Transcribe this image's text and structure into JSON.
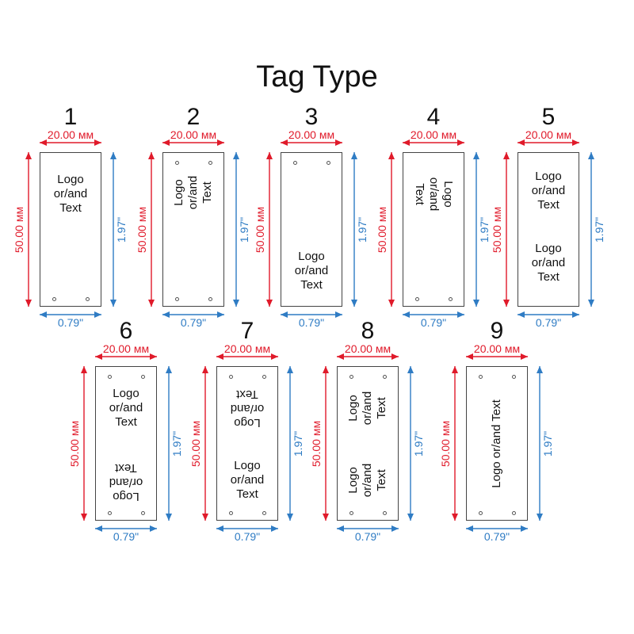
{
  "title": "Tag Type",
  "colors": {
    "metric": "#e01a2a",
    "imperial": "#2f7cc4",
    "outline": "#444444"
  },
  "dimensions": {
    "width_metric": "20.00 мм",
    "height_metric": "50.00 мм",
    "width_imperial": "0.79\"",
    "height_imperial": "1.97\""
  },
  "tags": [
    {
      "number": "1",
      "labels": [
        {
          "text": "Logo\nor/and\nText",
          "rotation": 0
        }
      ],
      "holes": "bottom"
    },
    {
      "number": "2",
      "labels": [
        {
          "text": "Logo\nor/and\nText",
          "rotation": -90
        }
      ],
      "holes": "both"
    },
    {
      "number": "3",
      "labels": [
        {
          "text": "Logo\nor/and\nText",
          "rotation": 0
        }
      ],
      "holes": "top"
    },
    {
      "number": "4",
      "labels": [
        {
          "text": "Logo\nor/and\nText",
          "rotation": 90
        }
      ],
      "holes": "bottom"
    },
    {
      "number": "5",
      "labels": [
        {
          "text": "Logo\nor/and\nText",
          "rotation": 0
        },
        {
          "text": "Logo\nor/and\nText",
          "rotation": 0
        }
      ],
      "holes": "none"
    },
    {
      "number": "6",
      "labels": [
        {
          "text": "Logo\nor/and\nText",
          "rotation": 0
        },
        {
          "text": "Logo\nor/and\nText",
          "rotation": 180
        }
      ],
      "holes": "both"
    },
    {
      "number": "7",
      "labels": [
        {
          "text": "Logo\nor/and\nText",
          "rotation": 180
        },
        {
          "text": "Logo\nor/and\nText",
          "rotation": 0
        }
      ],
      "holes": "both"
    },
    {
      "number": "8",
      "labels": [
        {
          "text": "Logo\nor/and\nText",
          "rotation": -90
        },
        {
          "text": "Logo\nor/and\nText",
          "rotation": -90
        }
      ],
      "holes": "both"
    },
    {
      "number": "9",
      "labels": [
        {
          "text": "Logo or/and Text",
          "rotation": -90
        }
      ],
      "holes": "both"
    }
  ]
}
